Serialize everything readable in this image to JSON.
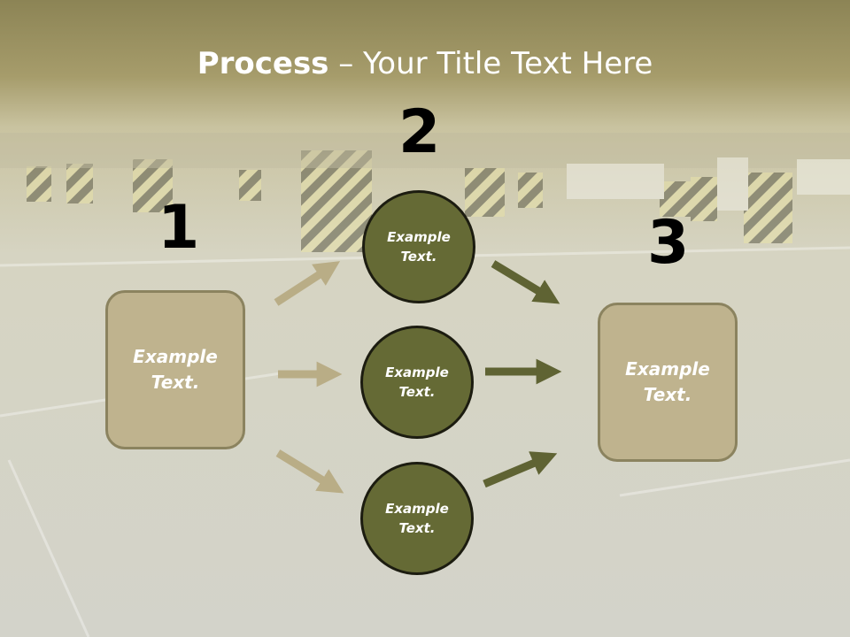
{
  "slide": {
    "title_bold": "Process",
    "title_rest": " – Your Title Text Here"
  },
  "steps": {
    "one": "1",
    "two": "2",
    "three": "3"
  },
  "left_box": {
    "label": "Example\nText."
  },
  "right_box": {
    "label": "Example\nText."
  },
  "circles": [
    {
      "label": "Example\nText."
    },
    {
      "label": "Example\nText."
    },
    {
      "label": "Example\nText."
    }
  ],
  "colors": {
    "box_fill": "#bfb38e",
    "circle_fill": "#656a35",
    "arrow_light": "#b9ad86",
    "arrow_dark": "#5f6333",
    "title_band": "#a39a6a"
  }
}
